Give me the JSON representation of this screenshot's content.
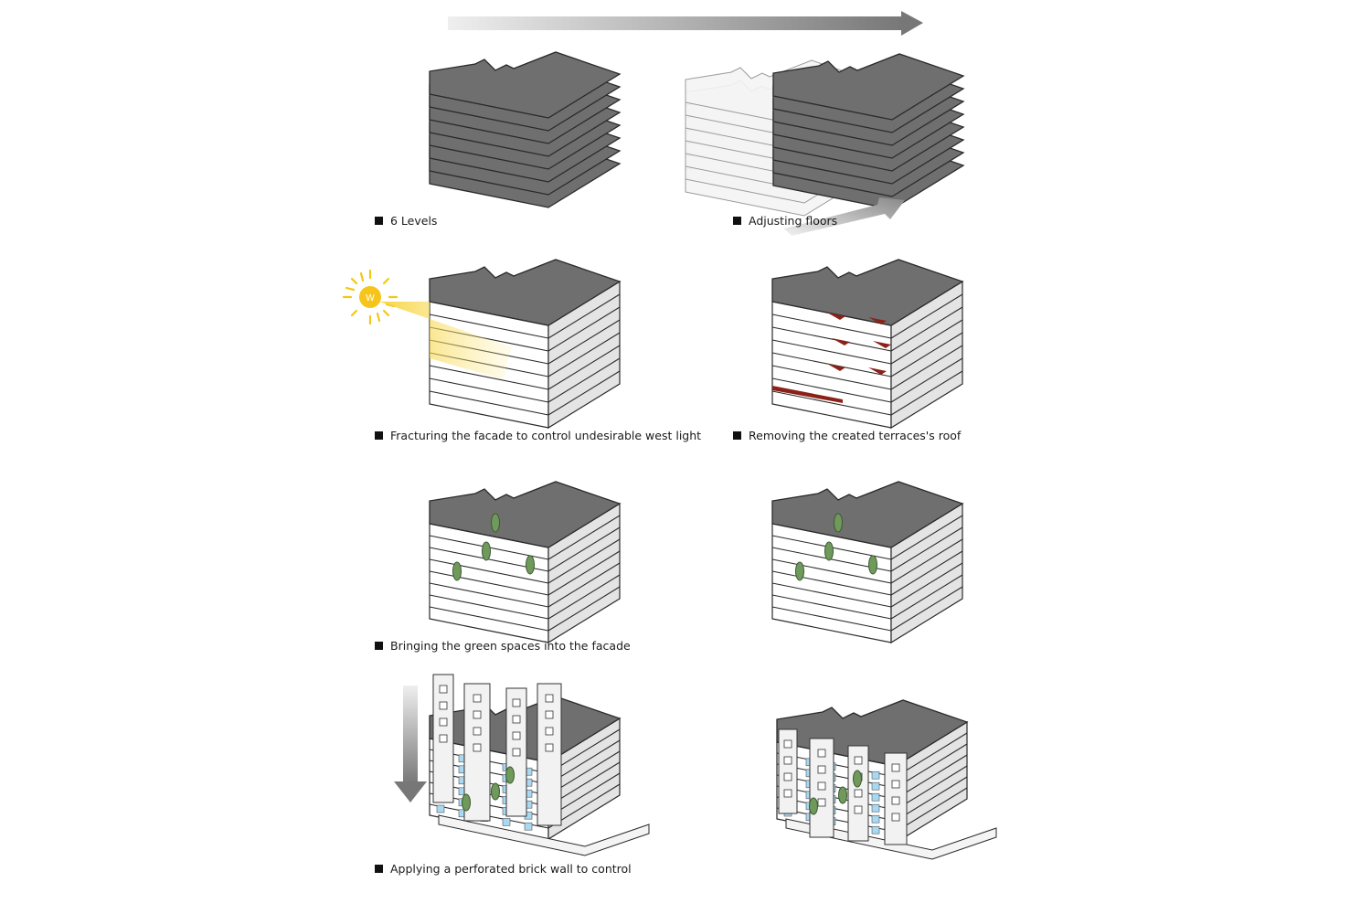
{
  "steps": [
    {
      "label": "6 Levels"
    },
    {
      "label": "Adjusting floors"
    },
    {
      "label": "Fracturing the facade to control undesirable west light"
    },
    {
      "label": "Removing the created terraces's roof"
    },
    {
      "label": "Bringing the green spaces into the facade"
    },
    {
      "label": "Applying a perforated brick wall to control"
    }
  ],
  "sun_label": "W",
  "colors": {
    "slab": "#6f6f6f",
    "slab_edge": "#2a2a2a",
    "wall": "#ffffff",
    "shade": "#e4e4e4",
    "sunlight": "#f4d23a",
    "terrace": "#8b2218",
    "green": "#6f9a5c",
    "glass": "#a8d8f2",
    "arrow": "#7a7a7a"
  }
}
